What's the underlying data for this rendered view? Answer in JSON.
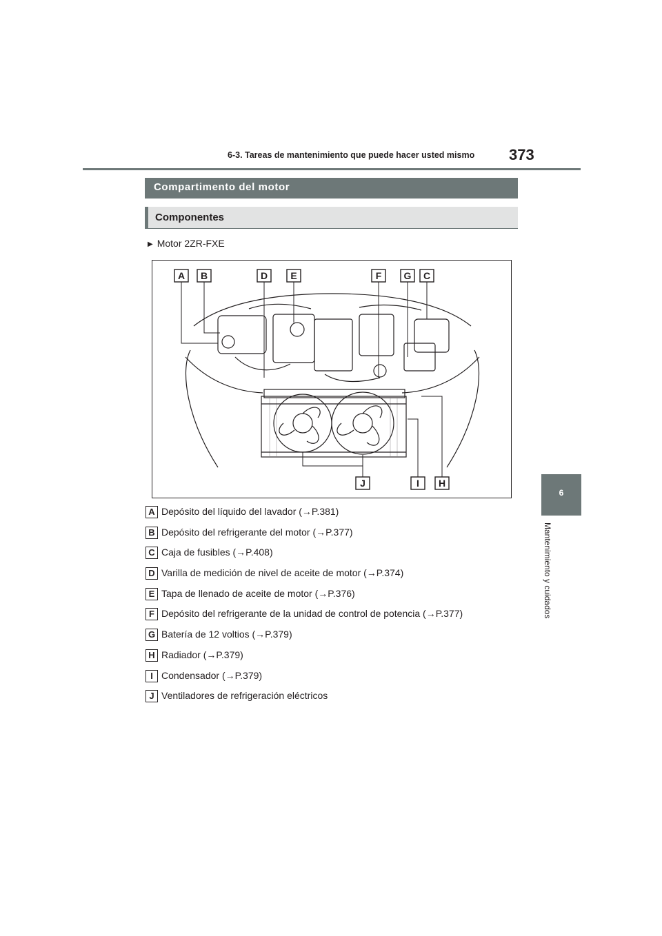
{
  "header": {
    "running_title": "6-3. Tareas de mantenimiento que puede hacer usted mismo",
    "page_number": "373"
  },
  "section": {
    "title": "Compartimento del motor",
    "subtitle": "Componentes",
    "motor_label": "Motor 2ZR-FXE"
  },
  "figure": {
    "callouts_top": [
      "A",
      "B",
      "D",
      "E",
      "F",
      "G",
      "C"
    ],
    "callouts_bottom": [
      "J",
      "I",
      "H"
    ]
  },
  "legend": [
    {
      "letter": "A",
      "text": "Depósito del líquido del lavador (→P.381)"
    },
    {
      "letter": "B",
      "text": "Depósito del refrigerante del motor (→P.377)"
    },
    {
      "letter": "C",
      "text": "Caja de fusibles (→P.408)"
    },
    {
      "letter": "D",
      "text": "Varilla de medición de nivel de aceite de motor (→P.374)"
    },
    {
      "letter": "E",
      "text": "Tapa de llenado de aceite de motor (→P.376)"
    },
    {
      "letter": "F",
      "text": "Depósito del refrigerante de la unidad de control de potencia (→P.377)"
    },
    {
      "letter": "G",
      "text": "Batería de 12 voltios (→P.379)"
    },
    {
      "letter": "H",
      "text": "Radiador (→P.379)"
    },
    {
      "letter": "I",
      "text": "Condensador (→P.379)"
    },
    {
      "letter": "J",
      "text": "Ventiladores de refrigeración eléctricos"
    }
  ],
  "side_tab": {
    "chapter_number": "6",
    "chapter_title": "Mantenimiento y cuidados"
  },
  "colors": {
    "accent_gray": "#6d7878",
    "light_gray": "#e2e3e3",
    "text": "#231f20"
  }
}
